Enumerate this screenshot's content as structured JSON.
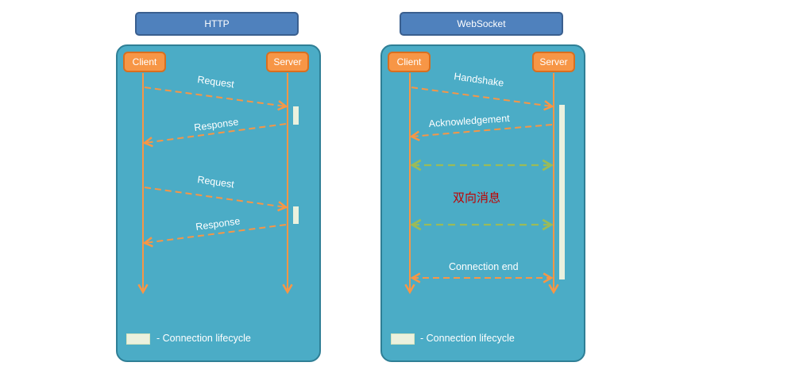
{
  "http": {
    "title": "HTTP",
    "client": "Client",
    "server": "Server",
    "messages": [
      "Request",
      "Response",
      "Request",
      "Response"
    ],
    "legend": "- Connection lifecycle"
  },
  "websocket": {
    "title": "WebSocket",
    "client": "Client",
    "server": "Server",
    "messages": [
      "Handshake",
      "Acknowledgement",
      "Connection end"
    ],
    "bidirectional": "双向消息",
    "legend": "- Connection lifecycle"
  },
  "colors": {
    "title_box": "#4f81bd",
    "panel": "#4bacc6",
    "actor": "#f79646",
    "arrow_orange": "#f79646",
    "arrow_green": "#9bbb59",
    "lifecycle_bar": "#ebf1de",
    "bidirectional_text": "#c00000"
  }
}
